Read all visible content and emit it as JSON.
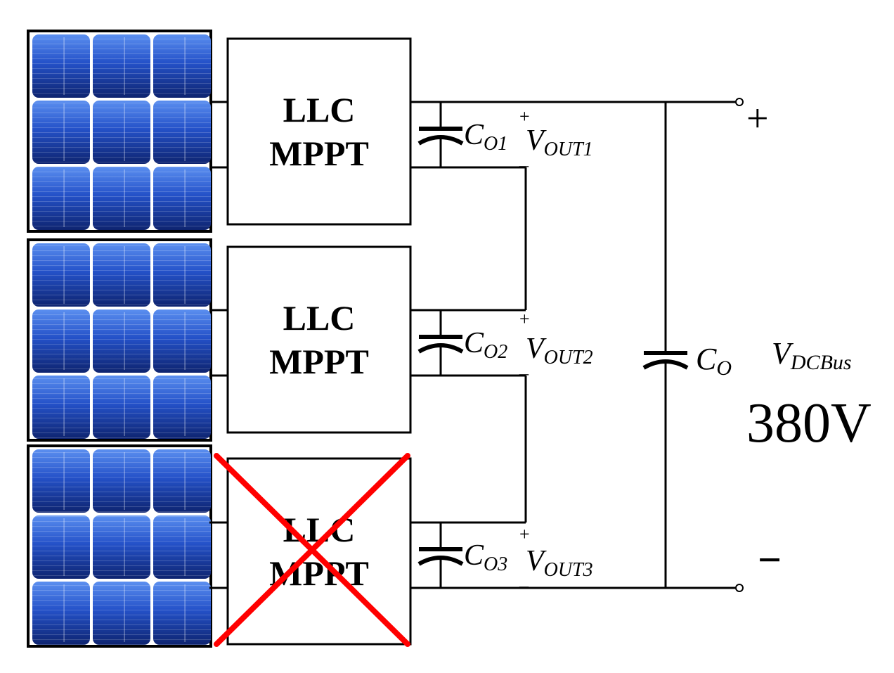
{
  "converters": [
    {
      "line1": "LLC",
      "line2": "MPPT",
      "cap": "C",
      "cap_sub": "O1",
      "vout": "V",
      "vout_sub": "OUT1",
      "failed": false
    },
    {
      "line1": "LLC",
      "line2": "MPPT",
      "cap": "C",
      "cap_sub": "O2",
      "vout": "V",
      "vout_sub": "OUT2",
      "failed": false
    },
    {
      "line1": "LLC",
      "line2": "MPPT",
      "cap": "C",
      "cap_sub": "O3",
      "vout": "V",
      "vout_sub": "OUT3",
      "failed": true
    }
  ],
  "polarity": {
    "plus": "+",
    "minus": "_"
  },
  "output_cap": {
    "main": "C",
    "sub": "O"
  },
  "bus": {
    "main": "V",
    "sub": "DCBus",
    "voltage": "380V"
  },
  "terminals": {
    "plus": "+",
    "minus": "−"
  },
  "colors": {
    "failure_cross": "#ff0000",
    "panel_cell": "#1f4fbf",
    "panel_frame": "#000000"
  }
}
